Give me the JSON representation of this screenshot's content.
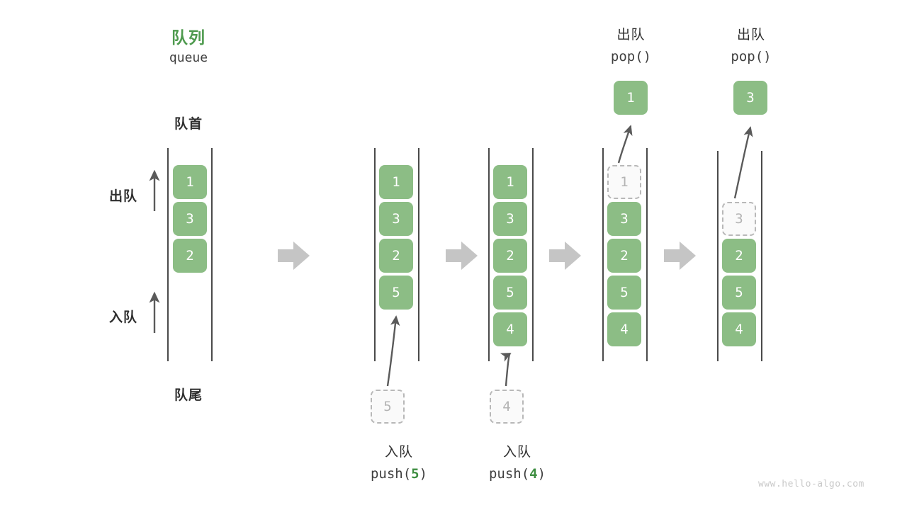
{
  "diagram": {
    "title_cn": "队列",
    "title_en": "queue",
    "front_label": "队首",
    "rear_label": "队尾",
    "dequeue_axis_label": "出队",
    "enqueue_axis_label": "入队",
    "watermark": "www.hello-algo.com"
  },
  "steps": [
    {
      "id": "initial",
      "cells": [
        "1",
        "3",
        "2"
      ],
      "ghost_index": null,
      "ghost_value": null,
      "caption_cn": "",
      "caption_code_prefix": "",
      "caption_code_arg": "",
      "caption_code_suffix": "",
      "head_cn": "",
      "head_code": "",
      "result_value": null
    },
    {
      "id": "push-5",
      "cells": [
        "1",
        "3",
        "2",
        "5"
      ],
      "incoming_value": "5",
      "caption_cn": "入队",
      "caption_code_prefix": "push(",
      "caption_code_arg": "5",
      "caption_code_suffix": ")",
      "head_cn": "",
      "head_code": "",
      "result_value": null
    },
    {
      "id": "push-4",
      "cells": [
        "1",
        "3",
        "2",
        "5",
        "4"
      ],
      "incoming_value": "4",
      "caption_cn": "入队",
      "caption_code_prefix": "push(",
      "caption_code_arg": "4",
      "caption_code_suffix": ")",
      "head_cn": "",
      "head_code": "",
      "result_value": null
    },
    {
      "id": "pop-1",
      "cells": [
        "1",
        "3",
        "2",
        "5",
        "4"
      ],
      "ghost_index": 0,
      "ghost_value": "1",
      "caption_cn": "",
      "head_cn": "出队",
      "head_code": "pop()",
      "result_value": "1"
    },
    {
      "id": "pop-3",
      "cells": [
        "3",
        "2",
        "5",
        "4"
      ],
      "ghost_index": 0,
      "ghost_value": "3",
      "caption_cn": "",
      "head_cn": "出队",
      "head_code": "pop()",
      "result_value": "3"
    }
  ],
  "colors": {
    "element_green": "#8cbd85",
    "title_green": "#4e9a4e",
    "accent_green": "#3e8e41",
    "rail_gray": "#4a4a4a",
    "ghost_border": "#b8b8b8",
    "ghost_text": "#b4b4b4",
    "arrow_gray": "#c5c5c5",
    "thin_arrow": "#5a5a5a",
    "text_dark": "#2f2f2f",
    "watermark_gray": "#c9c9c9"
  },
  "flow_arrows": {
    "count": 4,
    "icon": "right-arrow-icon"
  }
}
